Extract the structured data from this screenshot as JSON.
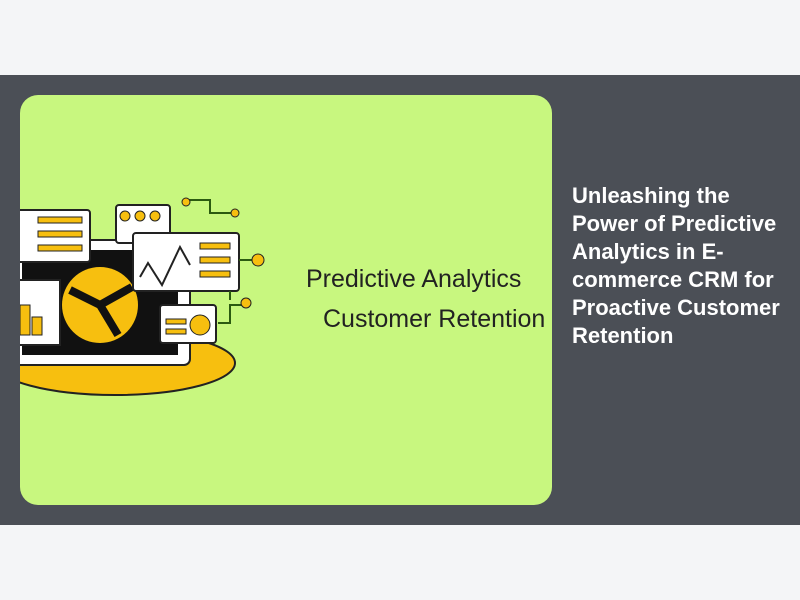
{
  "image": {
    "caption_line1": "Predictive Analytics",
    "caption_line2": "Customer Retention",
    "alt_icon": "analytics-dashboard-illustration"
  },
  "article": {
    "title": "Unleashing the Power of Predictive Analytics in E-commerce CRM for Proactive Customer Retention"
  },
  "colors": {
    "background": "#f4f5f7",
    "band": "#4b4f56",
    "card": "#c8f77f",
    "accent": "#f7bf0f"
  }
}
